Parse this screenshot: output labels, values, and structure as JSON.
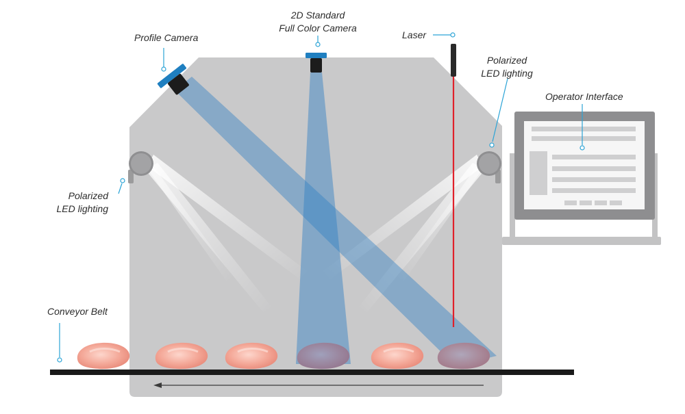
{
  "labels": {
    "profile_camera": "Profile Camera",
    "color_camera_line1": "2D Standard",
    "color_camera_line2": "Full Color Camera",
    "laser": "Laser",
    "led_right_line1": "Polarized",
    "led_right_line2": "LED lighting",
    "operator_interface": "Operator Interface",
    "led_left_line1": "Polarized",
    "led_left_line2": "LED lighting",
    "conveyor_belt": "Conveyor Belt"
  },
  "colors": {
    "housing": "#c9c9ca",
    "camera_blue": "#1f7fc0",
    "beam_blue": "#2e7fc4",
    "laser_red": "#e0202a",
    "callout": "#2aa3d6",
    "belt": "#1a1a1a",
    "monitor_frame": "#8e8e90",
    "product": "#f3a99d"
  },
  "icons": {
    "led_lights": "circle-lamp-icon",
    "cameras": "camera-icon",
    "direction": "arrow-left-icon"
  }
}
